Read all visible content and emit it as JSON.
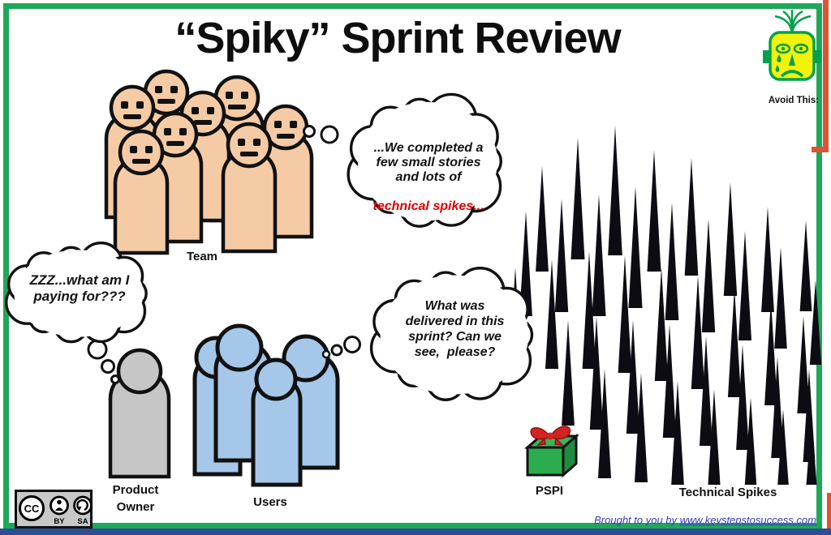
{
  "title": "“Spiky” Sprint Review",
  "avoid_this": {
    "label": "Avoid This:"
  },
  "team": {
    "label": "Team",
    "bubble_black": "...We completed a\nfew small stories\nand lots of",
    "bubble_red": "technical spikes..."
  },
  "product_owner": {
    "label": "Product\nOwner",
    "bubble": "ZZZ...what am I\npaying for???"
  },
  "users": {
    "label": "Users",
    "bubble": "What was\ndelivered in this\nsprint? Can we\nsee,  please?"
  },
  "pspi": {
    "label": "PSPI"
  },
  "technical_spikes": {
    "label": "Technical Spikes",
    "spikes": [
      [
        668,
        205,
        130
      ],
      [
        712,
        170,
        150
      ],
      [
        758,
        155,
        160
      ],
      [
        806,
        185,
        150
      ],
      [
        852,
        195,
        145
      ],
      [
        900,
        225,
        140
      ],
      [
        946,
        255,
        130
      ],
      [
        648,
        260,
        130
      ],
      [
        692,
        245,
        140
      ],
      [
        738,
        240,
        150
      ],
      [
        783,
        230,
        150
      ],
      [
        828,
        250,
        145
      ],
      [
        873,
        270,
        140
      ],
      [
        918,
        285,
        135
      ],
      [
        962,
        305,
        125
      ],
      [
        993,
        272,
        112
      ],
      [
        635,
        330,
        125
      ],
      [
        680,
        320,
        135
      ],
      [
        726,
        310,
        145
      ],
      [
        770,
        315,
        145
      ],
      [
        815,
        330,
        140
      ],
      [
        860,
        340,
        140
      ],
      [
        905,
        355,
        135
      ],
      [
        950,
        370,
        130
      ],
      [
        990,
        390,
        120
      ],
      [
        1005,
        345,
        105
      ],
      [
        700,
        395,
        130
      ],
      [
        735,
        390,
        140
      ],
      [
        780,
        395,
        140
      ],
      [
        825,
        400,
        140
      ],
      [
        870,
        415,
        135
      ],
      [
        915,
        425,
        130
      ],
      [
        958,
        440,
        125
      ],
      [
        997,
        455,
        115
      ],
      [
        745,
        455,
        135
      ],
      [
        790,
        460,
        135
      ],
      [
        835,
        470,
        128
      ],
      [
        880,
        480,
        118
      ],
      [
        925,
        490,
        108
      ],
      [
        965,
        505,
        93
      ],
      [
        1000,
        515,
        83
      ]
    ]
  },
  "footer": {
    "prefix": "Brought to you by ",
    "site": "www.keystepstosuccess.com"
  },
  "license": {
    "cc": "CC",
    "by": "BY",
    "sa": "SA"
  },
  "colors": {
    "border_green": "#1FA75A",
    "stripe_red": "#DC5435",
    "bottom_bar_blue": "#2B4F90",
    "team_fill": "#F5CBA6",
    "users_fill": "#A5C7E9",
    "owner_fill": "#C6C6C6",
    "bubble_red_text": "#DE0000",
    "gift_green": "#2BAD4F",
    "bow_red": "#D42323",
    "face_yellow": "#F2F20A",
    "face_green": "#00A14B",
    "footer_blue": "#3A3ABA",
    "spike_black": "#0C0C12"
  }
}
